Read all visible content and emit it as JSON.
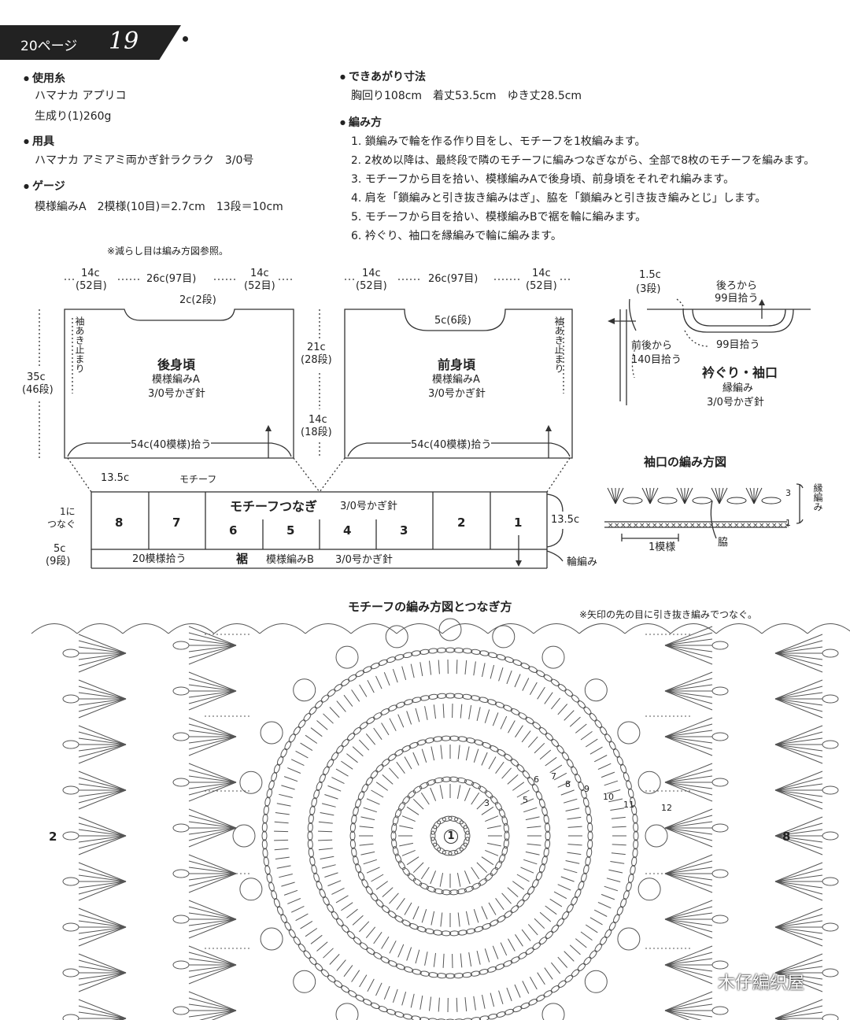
{
  "header": {
    "page": "20ページ",
    "number": "19"
  },
  "materials": {
    "yarn_title": "使用糸",
    "yarn_line1": "ハマナカ アプリコ",
    "yarn_line2": "生成り(1)260g",
    "tools_title": "用具",
    "tools_line1": "ハマナカ アミアミ両かぎ針ラクラク　3/0号",
    "gauge_title": "ゲージ",
    "gauge_line1": "模様編みA　2模様(10目)＝2.7cm　13段＝10cm"
  },
  "finished": {
    "title": "できあがり寸法",
    "line1": "胸回り108cm　着丈53.5cm　ゆき丈28.5cm"
  },
  "method": {
    "title": "編み方",
    "steps": [
      "1. 鎖編みで輪を作る作り目をし、モチーフを1枚編みます。",
      "2. 2枚め以降は、最終段で隣のモチーフに編みつなぎながら、全部で8枚のモチーフを編みます。",
      "3. モチーフから目を拾い、模様編みAで後身頃、前身頃をそれぞれ編みます。",
      "4. 肩を「鎖編みと引き抜き編みはぎ」、脇を「鎖編みと引き抜き編みとじ」します。",
      "5. モチーフから目を拾い、模様編みBで裾を輪に編みます。",
      "6. 衿ぐり、袖口を縁編みで輪に編みます。"
    ]
  },
  "schematic": {
    "note": "※減らし目は編み方図参照。",
    "back": {
      "w_left": "14c",
      "w_left2": "(52目)",
      "w_mid": "26c(97目)",
      "w_right": "14c",
      "w_right2": "(52目)",
      "neck": "2c(2段)",
      "height": "35c",
      "height2": "(46段)",
      "side_label": "袖あき止まり",
      "title": "後身頃",
      "pattern": "模様編みA",
      "hook": "3/0号かぎ針",
      "pickup": "54c(40模様)拾う"
    },
    "mid": {
      "h1": "21c",
      "h1b": "(28段)",
      "h2": "14c",
      "h2b": "(18段)"
    },
    "front": {
      "w_left": "14c",
      "w_left2": "(52目)",
      "w_mid": "26c(97目)",
      "w_right": "14c",
      "w_right2": "(52目)",
      "neck": "5c(6段)",
      "side_label": "袖あき止まり",
      "title": "前身頃",
      "pattern": "模様編みA",
      "hook": "3/0号かぎ針",
      "pickup": "54c(40模様)拾う"
    },
    "band": {
      "size": "13.5c",
      "motif_label": "モチーフ",
      "left_note1": "1に",
      "left_note2": "つなぐ",
      "cells": [
        "8",
        "7",
        "6",
        "5",
        "4",
        "3",
        "2",
        "1"
      ],
      "title": "モチーフつなぎ",
      "hook": "3/0号かぎ針",
      "right_size": "13.5c"
    },
    "hem": {
      "h": "5c",
      "h2": "(9段)",
      "pickup": "20模様拾う",
      "title": "裾",
      "pattern": "模様編みB",
      "hook": "3/0号かぎ針",
      "round": "輪編み"
    }
  },
  "neckline": {
    "w": "1.5c",
    "w2": "(3段)",
    "back_from": "後ろから",
    "back_count": "99目拾う",
    "bottom_count": "99目拾う",
    "front_back_from": "前後から",
    "front_back_count": "140目拾う",
    "title": "衿ぐり・袖口",
    "pattern": "縁編み",
    "hook": "3/0号かぎ針"
  },
  "cuff_chart": {
    "title": "袖口の編み方図",
    "row3": "3",
    "row1": "1",
    "edge_label": "縁編み",
    "repeat": "1模様",
    "side": "脇"
  },
  "motif_chart": {
    "title": "モチーフの編み方図とつなぎ方",
    "note": "※矢印の先の目に引き抜き編みでつなぐ。",
    "left_label": "2",
    "right_label": "8",
    "rounds": [
      "1",
      "3",
      "5",
      "6",
      "7",
      "8",
      "9",
      "10",
      "11",
      "12"
    ],
    "watermark": "木仔編织屋"
  }
}
